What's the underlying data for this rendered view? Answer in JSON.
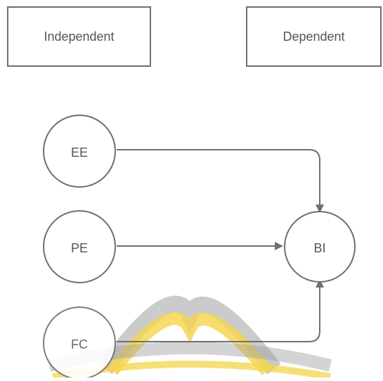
{
  "header": {
    "independent_label": "Independent",
    "dependent_label": "Dependent"
  },
  "nodes": {
    "ee": "EE",
    "pe": "PE",
    "fc": "FC",
    "bi": "BI"
  },
  "colors": {
    "stroke": "#6f6f6f",
    "text": "#555555",
    "arrow": "#6f6f6f",
    "watermark_gray": "#9e9e9e",
    "watermark_yellow": "#f4d44a"
  }
}
